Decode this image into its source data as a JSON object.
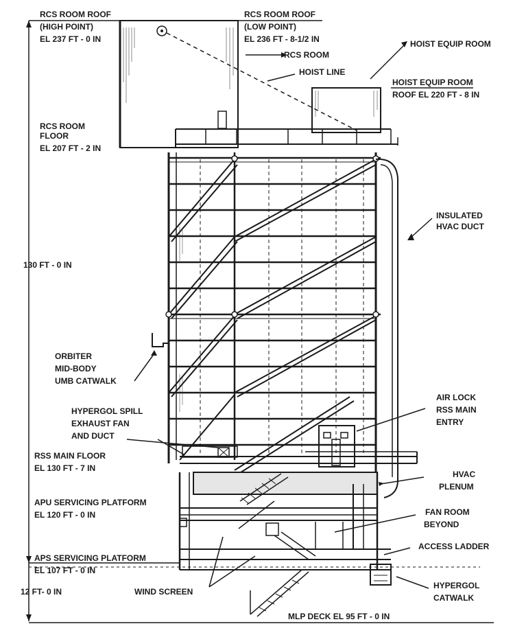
{
  "labels": {
    "rcs_roof_high": [
      "RCS ROOM ROOF",
      "(HIGH POINT)",
      "EL 237 FT - 0 IN"
    ],
    "rcs_roof_low": [
      "RCS ROOM ROOF",
      "(LOW POINT)",
      "EL 236 FT - 8-1/2 IN"
    ],
    "rcs_room": "RCS ROOM",
    "hoist_line": "HOIST LINE",
    "hoist_equip_room": "HOIST EQUIP ROOM",
    "hoist_roof": [
      "HOIST EQUIP ROOM",
      "ROOF EL 220 FT - 8 IN"
    ],
    "rcs_floor": [
      "RCS ROOM",
      "FLOOR",
      "EL 207 FT - 2 IN"
    ],
    "insulated_duct": [
      "INSULATED",
      "HVAC DUCT"
    ],
    "total_height": "130 FT - 0 IN",
    "orbiter_catwalk": [
      "ORBITER",
      "MID-BODY",
      "UMB CATWALK"
    ],
    "hypergol_spill": [
      "HYPERGOL SPILL",
      "EXHAUST FAN",
      "AND DUCT"
    ],
    "air_lock": [
      "AIR LOCK",
      "RSS MAIN",
      "ENTRY"
    ],
    "rss_main_floor": [
      "RSS MAIN FLOOR",
      "EL 130 FT - 7 IN"
    ],
    "hvac_plenum": [
      "HVAC",
      "PLENUM"
    ],
    "apu_platform": [
      "APU SERVICING PLATFORM",
      "EL 120 FT - 0 IN"
    ],
    "fan_room": [
      "FAN ROOM",
      "BEYOND"
    ],
    "aps_platform": [
      "APS SERVICING PLATFORM",
      "EL 107 FT - 0 IN"
    ],
    "access_ladder": "ACCESS LADDER",
    "bottom_height": "12 FT- 0 IN",
    "wind_screen": "WIND SCREEN",
    "hypergol_catwalk": [
      "HYPERGOL",
      "CATWALK"
    ],
    "mlp_deck": "MLP DECK EL 95 FT - 0 IN"
  }
}
